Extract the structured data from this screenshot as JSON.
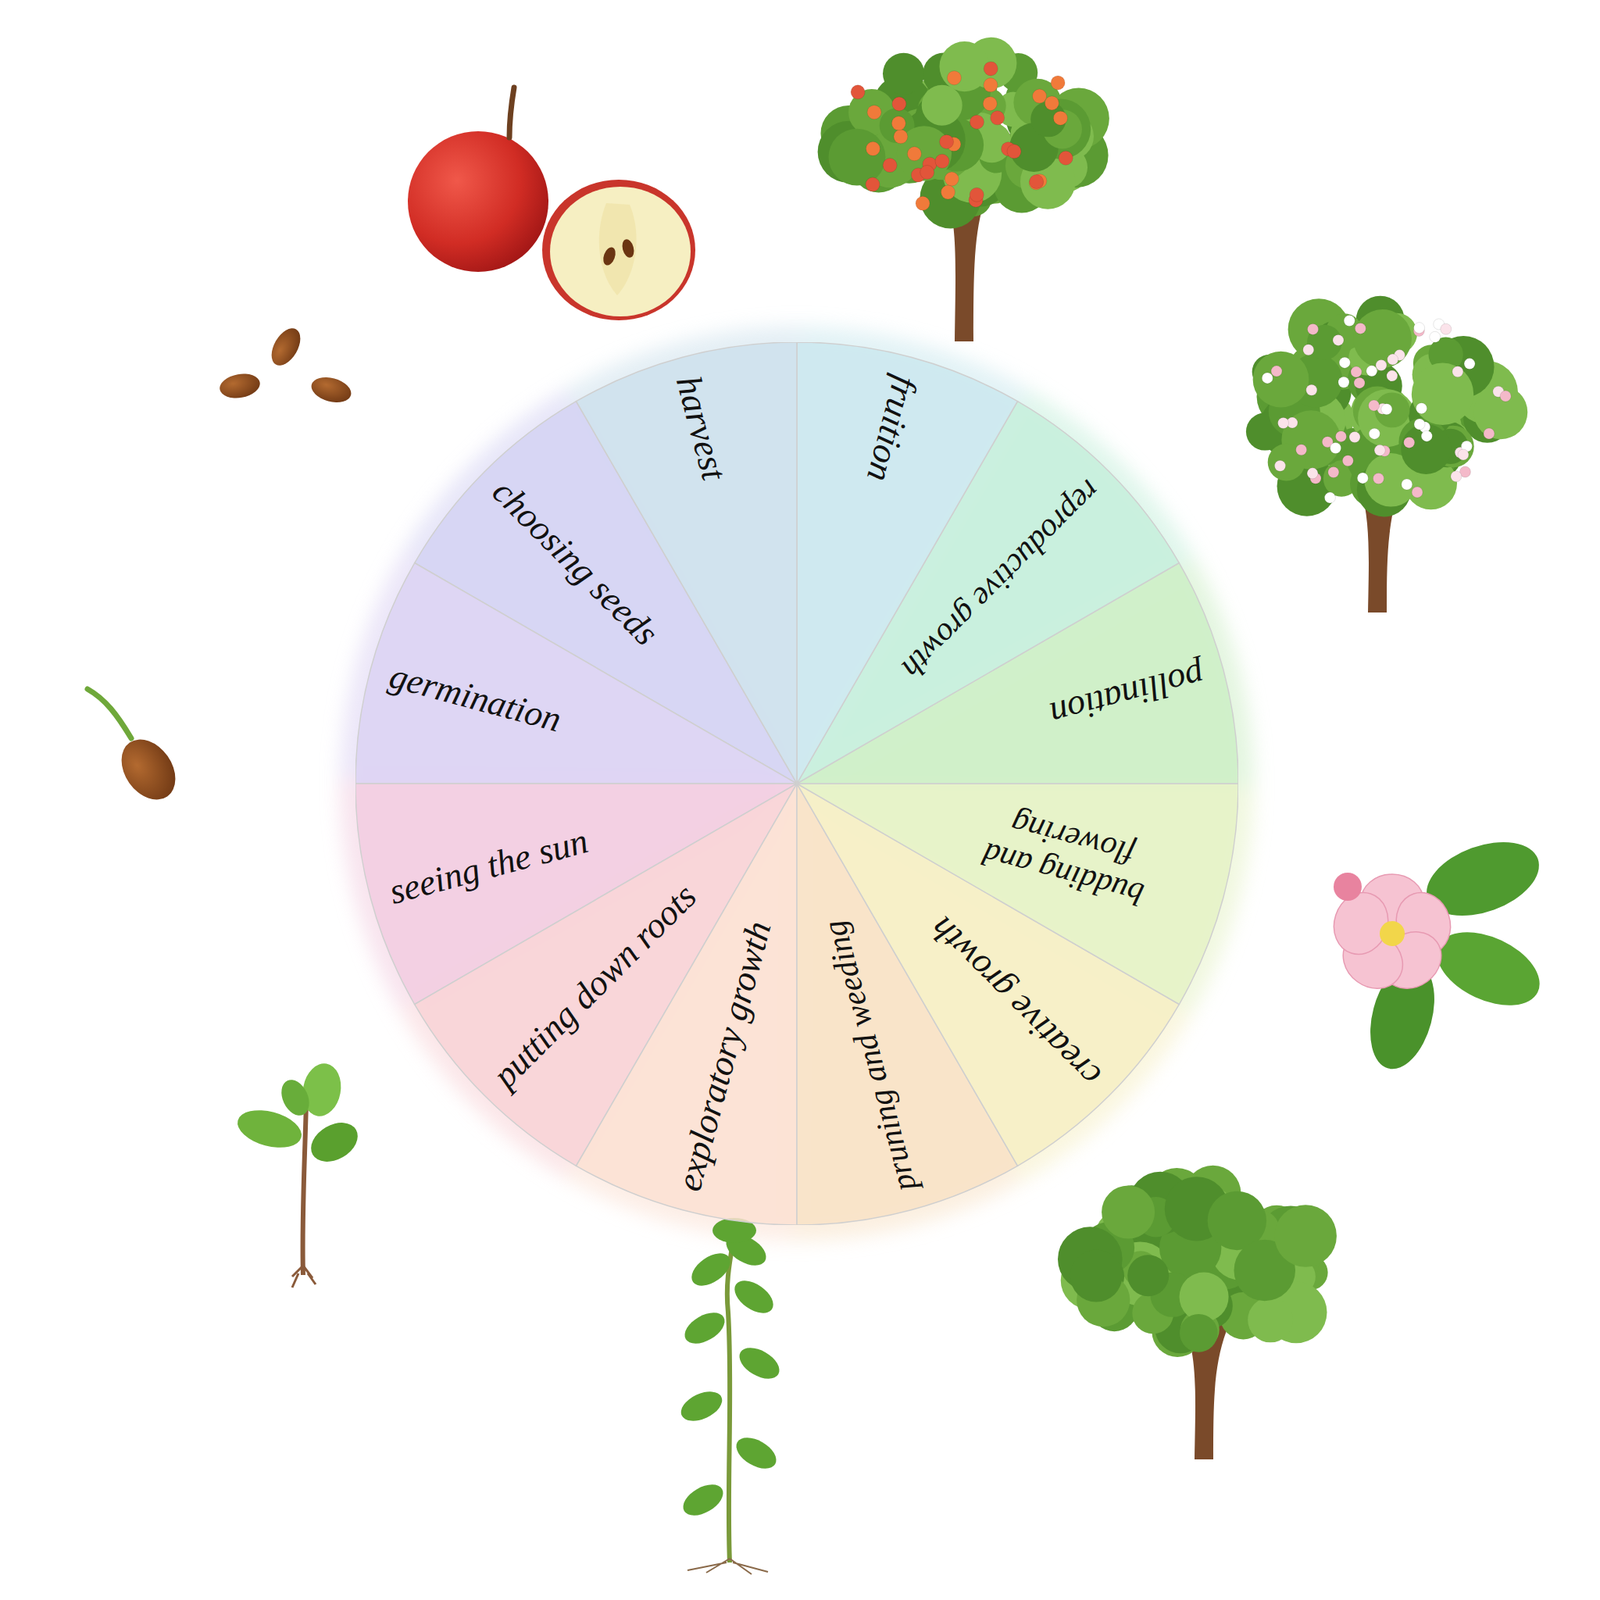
{
  "diagram": {
    "nodes": [
      {
        "text": [
          "choosing seeds"
        ]
      },
      {
        "text": [
          "germination"
        ]
      },
      {
        "text": [
          "seeing the sun"
        ]
      },
      {
        "text": [
          "putting down roots"
        ]
      },
      {
        "text": [
          "exploratory growth"
        ]
      },
      {
        "text": [
          "pruning and weeding"
        ]
      },
      {
        "text": [
          "creative growth"
        ]
      },
      {
        "text": [
          "budding and flowering"
        ]
      },
      {
        "text": [
          "pollination"
        ]
      },
      {
        "text": [
          "reproductive growth"
        ]
      },
      {
        "text": [
          "fruition"
        ]
      },
      {
        "text": [
          "harvest"
        ]
      }
    ]
  }
}
